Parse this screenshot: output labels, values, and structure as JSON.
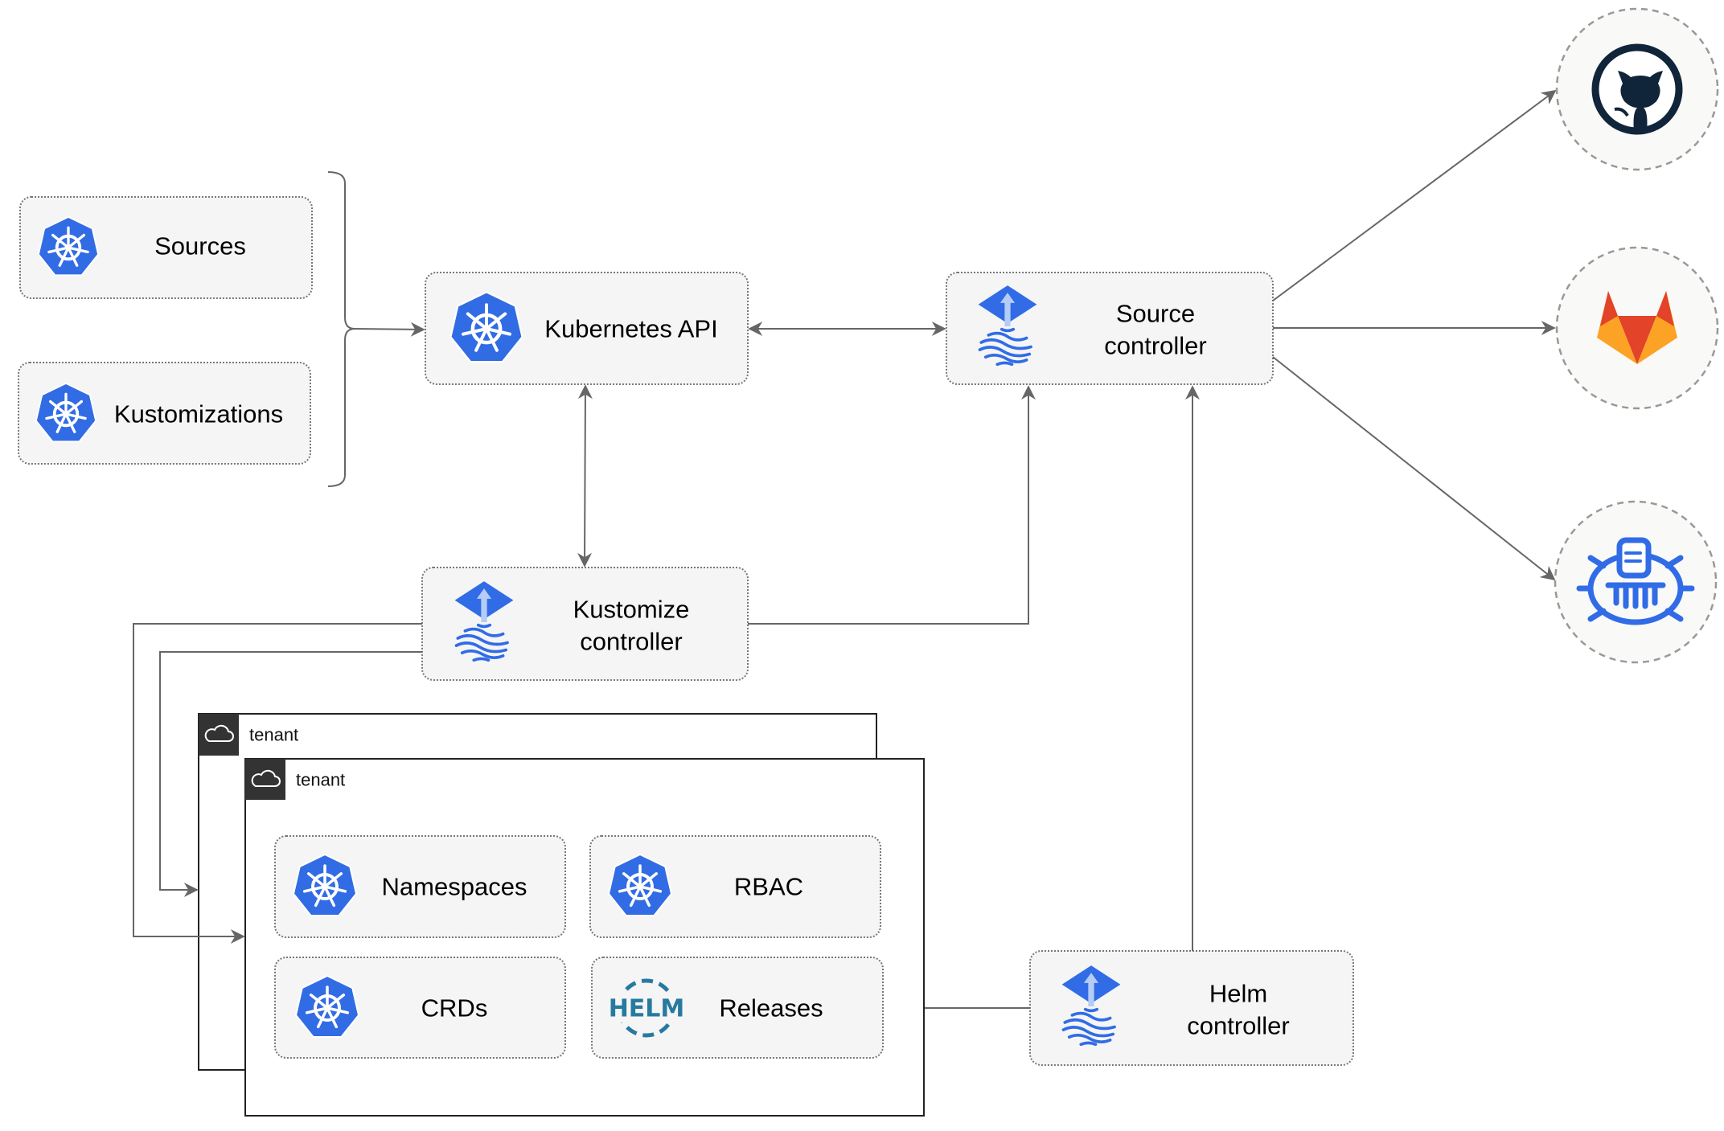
{
  "nodes": {
    "sources": "Sources",
    "kustomizations": "Kustomizations",
    "kubernetes_api": "Kubernetes API",
    "source_controller": [
      "Source",
      "controller"
    ],
    "kustomize_controller": [
      "Kustomize",
      "controller"
    ],
    "helm_controller": [
      "Helm",
      "controller"
    ],
    "namespaces": "Namespaces",
    "rbac": "RBAC",
    "crds": "CRDs",
    "releases": "Releases"
  },
  "tenants": [
    "tenant",
    "tenant"
  ],
  "helm_logo_text": "HELM",
  "external_sources": [
    "github-icon",
    "gitlab-icon",
    "bucket-icon"
  ],
  "colors": {
    "k8s_blue": "#326ce5",
    "flux_blue": "#316ce6",
    "github": "#10243a",
    "gitlab_orange": "#e24329",
    "gitlab_yellow": "#fca326",
    "helm": "#277a9f",
    "line": "#666666"
  }
}
